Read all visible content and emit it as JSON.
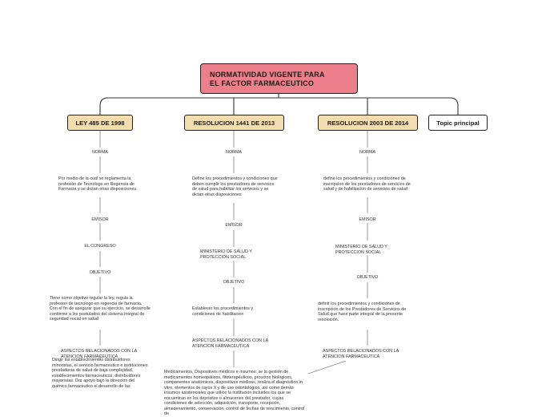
{
  "root": {
    "title_line1": "NORMATIVIDAD VIGENTE PARA",
    "title_line2": "EL FACTOR FARMACEUTICO"
  },
  "branches": [
    {
      "title": "LEY 485 DE 1998",
      "items": [
        "NORMA",
        "Por medio de la cual se reglamenta la profesión de Tecnólogo en Regencia de Farmacia y se dictan otras disposiciones.",
        "EMISOR",
        "EL CONGRESO",
        "OBJETIVO",
        "Tiene como objetivo regular la ley, regula la profesion de tecnologo en regencia de farmacia. Con el fin de asegurar que su ejercicio, se desarrolle conforme a los postulados del sistema integral de seguridad social en salud",
        "ASPECTOS RELACIONADOS CON LA ATENCION FARMACEUTICA",
        "Dirigir los establecimientos distribuidores minoristas, el servicio farmaceutico e instituciones prestadoras de salud de baja complejidad, establecimientos farmaceuticos, distribuidores mayoristas. Dar apoyo bajo la direccion del quimico farmaceutico el desarrollo de las"
      ]
    },
    {
      "title": "RESOLUCION 1441 DE 2013",
      "items": [
        "NORMA",
        "Define los procedimientos y condiciones que deben cumplir los prestadores de servicios de salud para habilitar los servicios y se dictan otras disposiciones",
        "EMISOR",
        "MINISTERIO DE SALUD Y PROTECCION SOCIAL",
        "OBJETIVO",
        "Establecer los procedimientos y condiciones de habilitacion",
        "ASPECTOS RELACIONADOS CON LA ATENCION FARMACEUTICA",
        "Medicamentos, Dispositivos médicos e insumos: se la gestión de medicamentos homeopáticos, fitoterapéuticos, prouctos biológicos, componentes anatómicos, dispositivos médicos, realiza el diagnóstico in vitro, elementos de rayos X y de uso odontológico, así como demás insumos asistenciales que utilice la institución incluidos los que se encuentran en los depósitos o almacenes del prestador, cuyas condiciones de selección, adquisición, transporte, recepción, almacenamiento, conservación, control de fechas de vencimiento, control de"
      ]
    },
    {
      "title": "RESOLUCION 2003 DE 2014",
      "items": [
        "NORMA",
        "define los procedimientos y condiciones de inscripcion de los prestadores de servicios de salud y de habilitacion de servicios de salud",
        "EMISOR",
        "MINISTERIO DE SALUD Y PROTECCION SOCIAL",
        "OBJETIVO",
        "definir los procedimientos y condiciones de inscripción de los Prestadores de Servicios de Salud que hace parte integral de la presente resolución.",
        "ASPECTOS RELACIONADOS CON LA ATENCION FARMACEUTICA"
      ]
    }
  ],
  "topic": {
    "title": "Topic principal"
  }
}
